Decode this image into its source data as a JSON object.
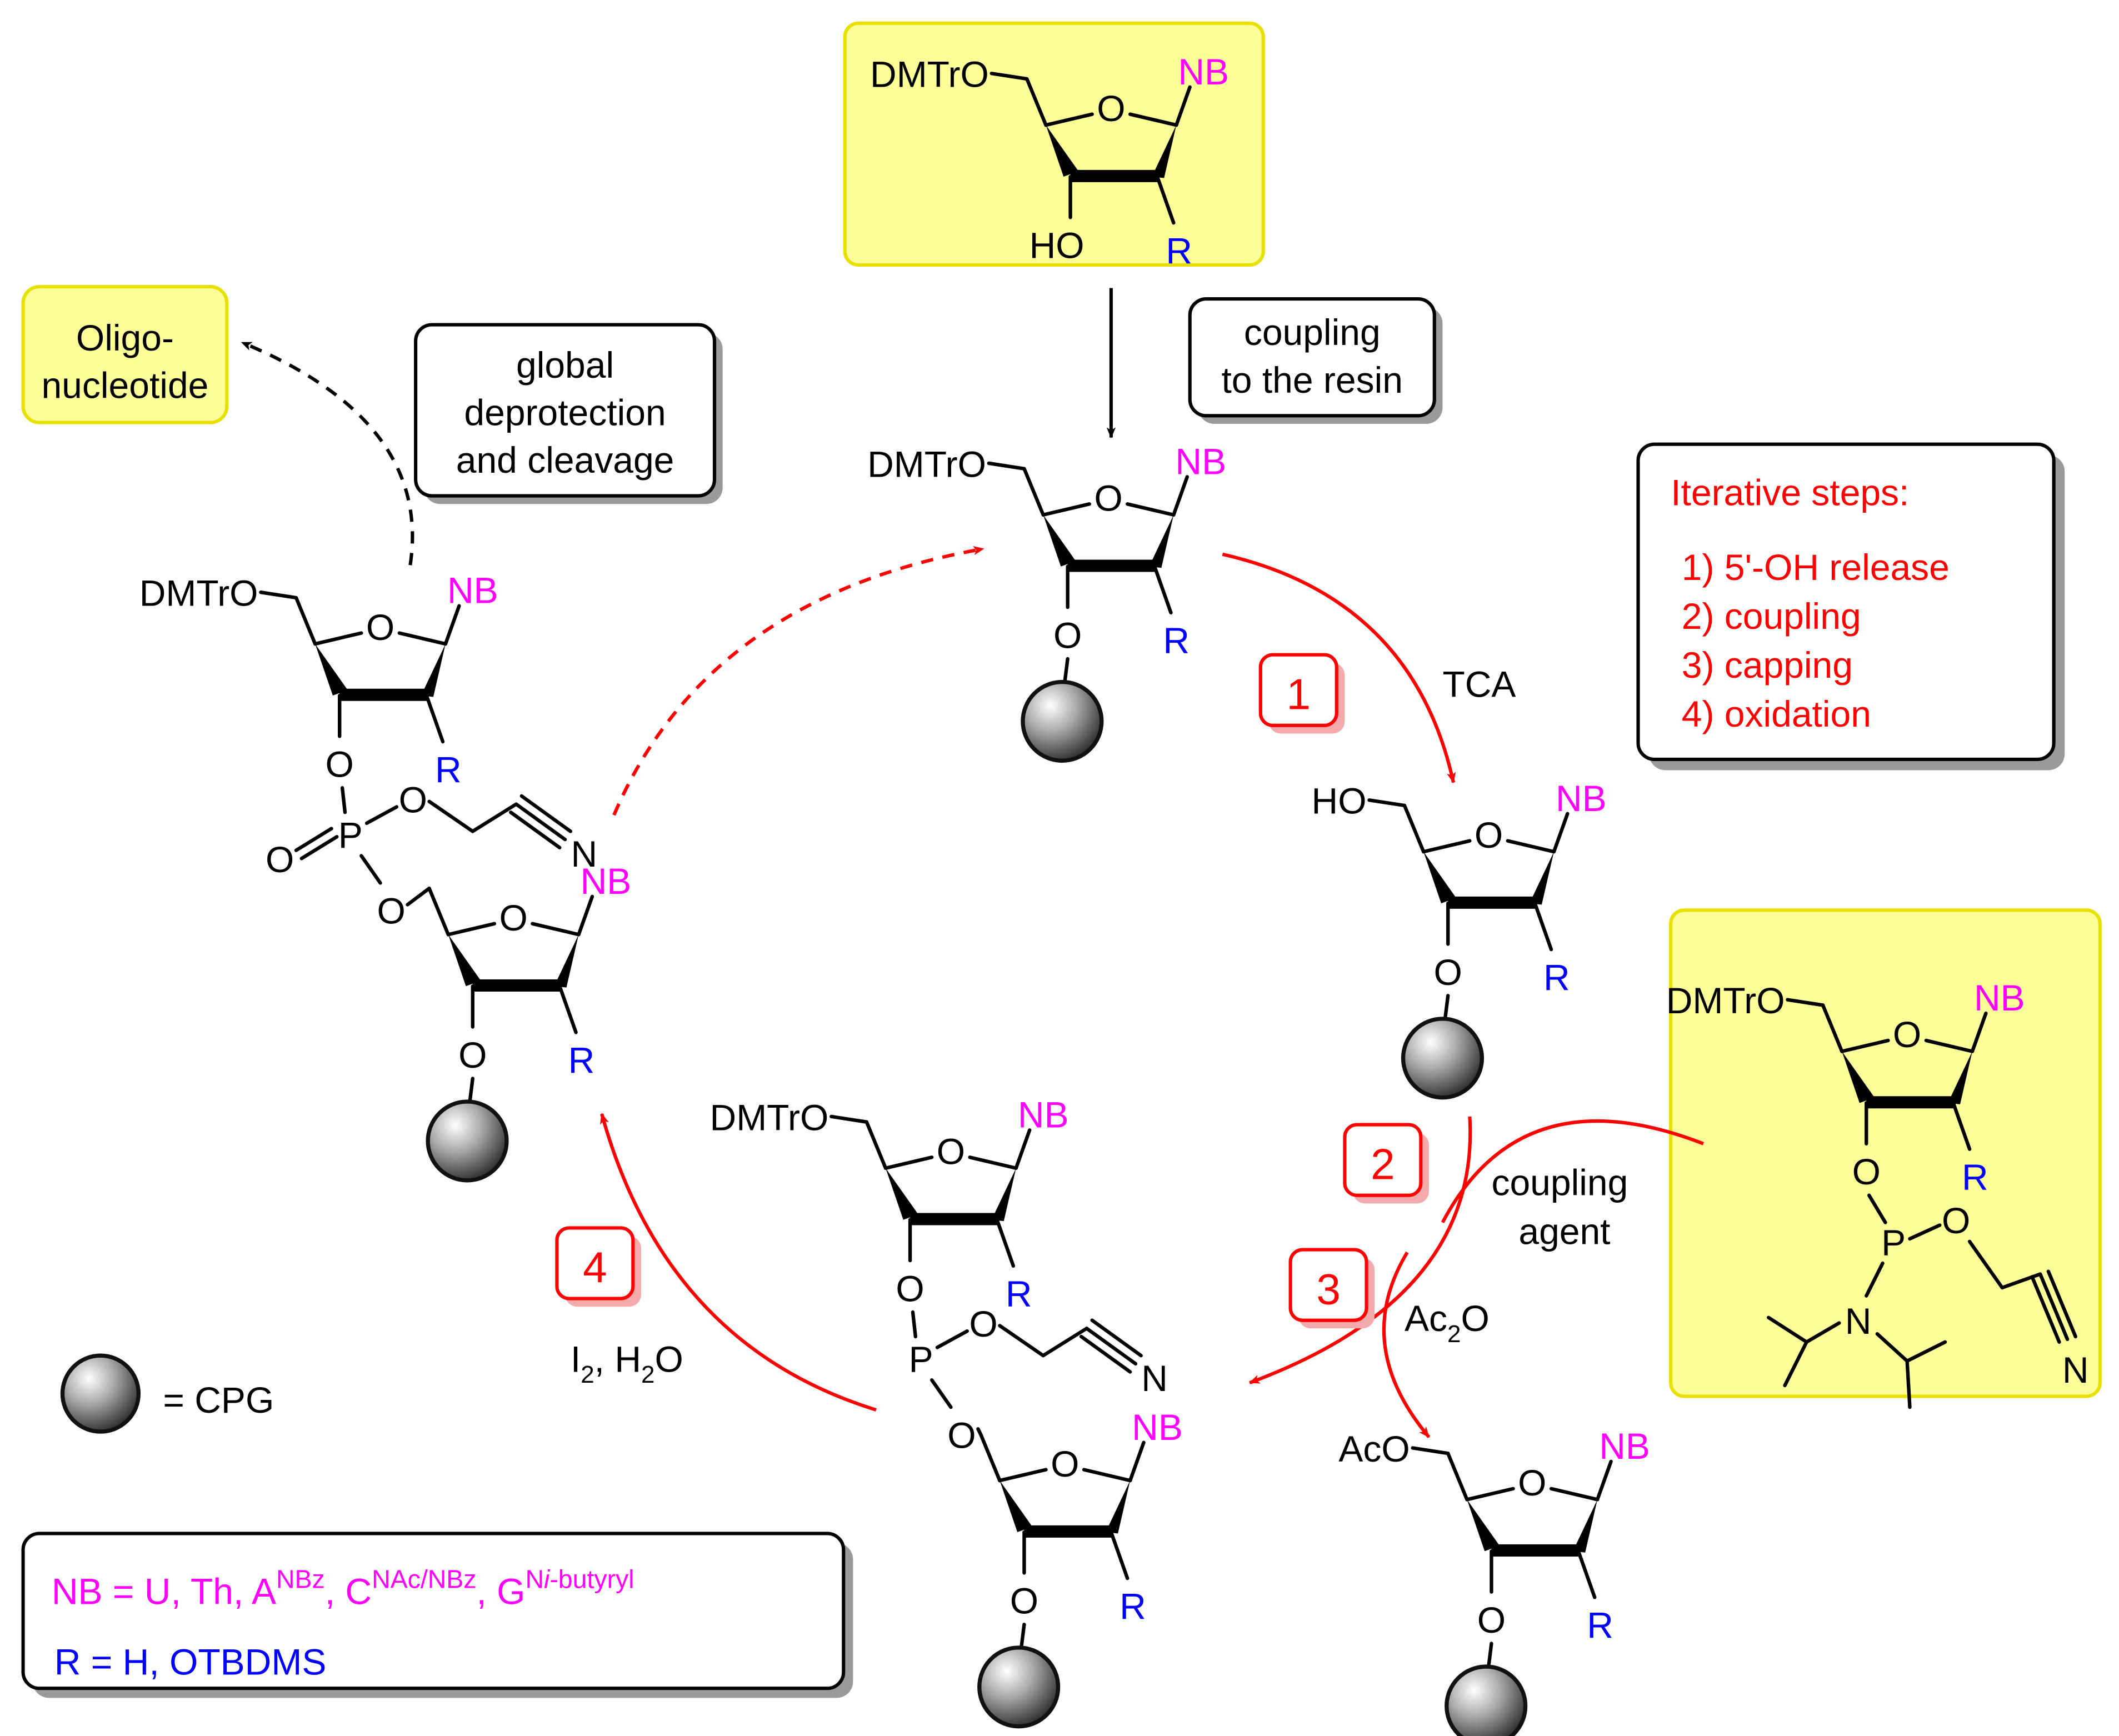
{
  "colors": {
    "nb": "#ff00ff",
    "r": "#0000ff",
    "red": "#ff0000",
    "highlight": "#ffff99",
    "highlight_border": "#e8e000"
  },
  "labels": {
    "dmtro": "DMTrO",
    "ho": "HO",
    "aco": "AcO",
    "o": "O",
    "p": "P",
    "n": "N",
    "nb": "NB",
    "r": "R"
  },
  "boxes": {
    "oligo_line1": "Oligo-",
    "oligo_line2": "nucleotide",
    "global_line1": "global",
    "global_line2": "deprotection",
    "global_line3": "and cleavage",
    "coupling_line1": "coupling",
    "coupling_line2": "to the resin",
    "iter_title": "Iterative steps:",
    "iter_1": "1) 5'-OH release",
    "iter_2": "2) coupling",
    "iter_3": "3) capping",
    "iter_4": "4) oxidation"
  },
  "steps": {
    "s1": "1",
    "s2": "2",
    "s3": "3",
    "s4": "4",
    "tca": "TCA",
    "coupling_agent_1": "coupling",
    "coupling_agent_2": "agent",
    "ac2o_a": "Ac",
    "ac2o_sub": "2",
    "ac2o_b": "O",
    "i2_a": "I",
    "i2_sub": "2",
    "i2_mid": ", H",
    "h2o_sub": "2",
    "h2o_b": "O"
  },
  "legend": {
    "cpg": "= CPG",
    "nb_prefix": "NB =  U, Th, A",
    "nb_a_sup": "NBz",
    "nb_c": ", C",
    "nb_c_sup": "NAc/NBz",
    "nb_g": ", G",
    "nb_g_sup_a": "N",
    "nb_g_sup_i": "i",
    "nb_g_sup_b": "-butyryl",
    "r_line": "R = H, OTBDMS"
  }
}
